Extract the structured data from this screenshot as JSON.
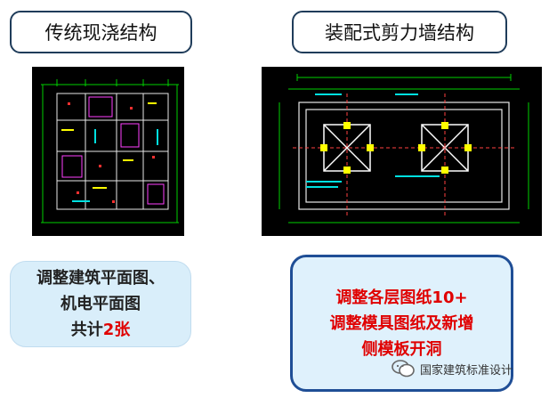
{
  "left": {
    "title": "传统现浇结构",
    "note_line1": "调整建筑平面图、",
    "note_line2": "机电平面图",
    "note_line3_prefix": "共计",
    "note_line3_highlight": "2张"
  },
  "right": {
    "title": "装配式剪力墙结构",
    "note_line1": "调整各层图纸10+",
    "note_line2": "调整模具图纸及新增",
    "note_line3": "侧模板开洞"
  },
  "watermark": {
    "text": "国家建筑标准设计",
    "icon": "wechat-icon"
  },
  "colors": {
    "highlight": "#e00000",
    "box_border": "#1f4e96",
    "note_bg": "#dff1fc"
  }
}
